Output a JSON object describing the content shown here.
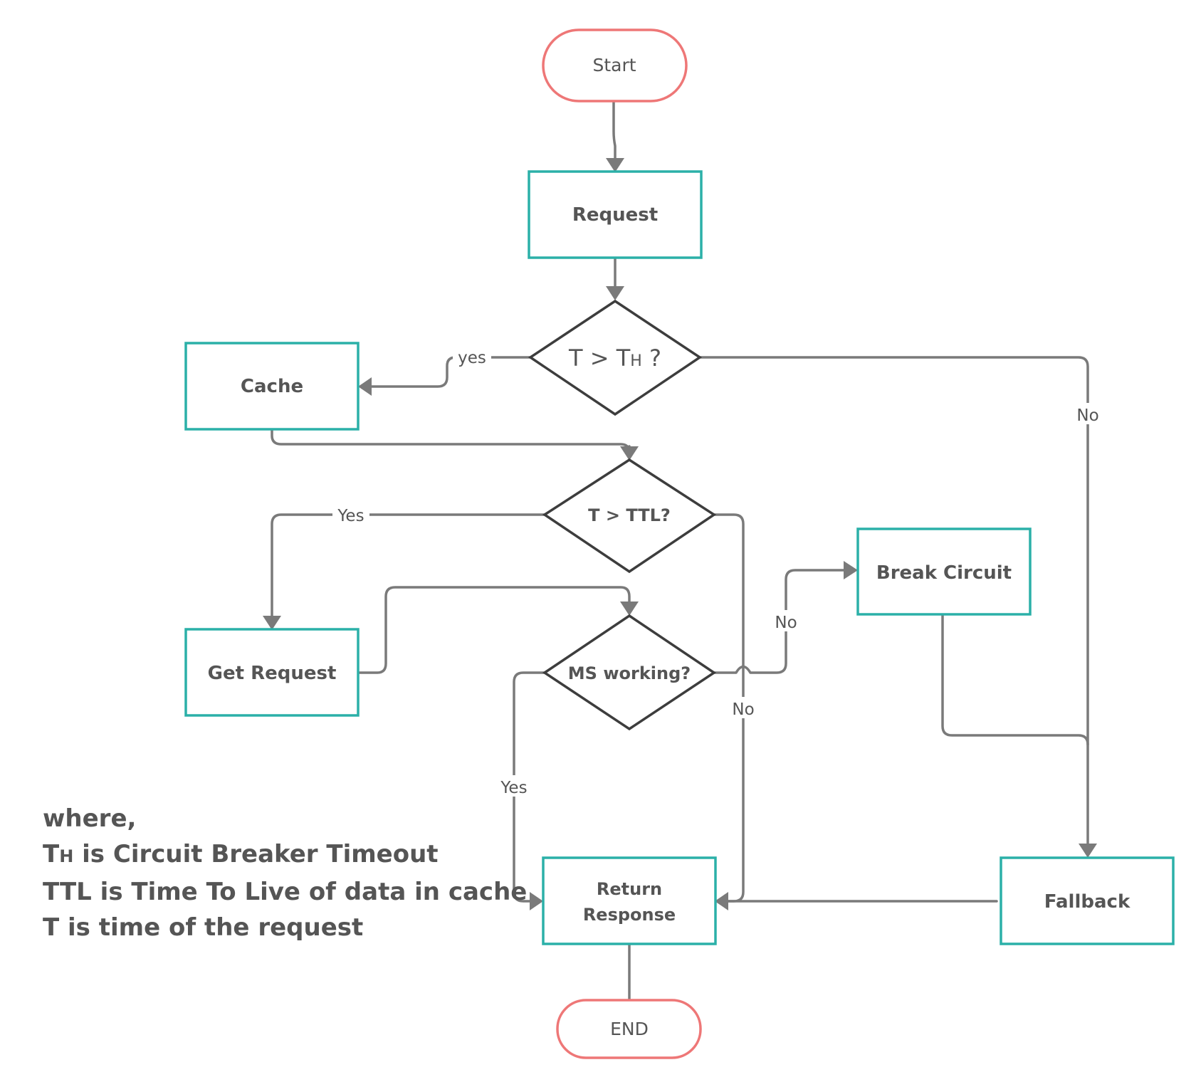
{
  "colors": {
    "terminal_stroke": "#ee7777",
    "process_stroke": "#2bb0a8",
    "decision_stroke": "#3d3d3d",
    "edge_stroke": "#7a7a7a",
    "text": "#555555"
  },
  "nodes": {
    "start": "Start",
    "request": "Request",
    "decision_th": {
      "main": "T > T",
      "sub": "H",
      "tail": " ?"
    },
    "cache": "Cache",
    "decision_ttl": "T > TTL?",
    "break_circuit": "Break Circuit",
    "get_request": "Get Request",
    "decision_ms": "MS working?",
    "return_response": [
      "Return",
      "Response"
    ],
    "fallback": "Fallback",
    "end": "END"
  },
  "edges": {
    "th_yes": "yes",
    "th_no": "No",
    "ttl_yes": "Yes",
    "ttl_no": "No",
    "ms_no": "No",
    "ms_yes": "Yes"
  },
  "legend": {
    "heading": "where,",
    "line1_main": "T",
    "line1_sub": "H",
    "line1_rest": " is Circuit Breaker Timeout",
    "line2": "TTL is Time To Live of data in cache",
    "line3": "T is time of the request"
  }
}
